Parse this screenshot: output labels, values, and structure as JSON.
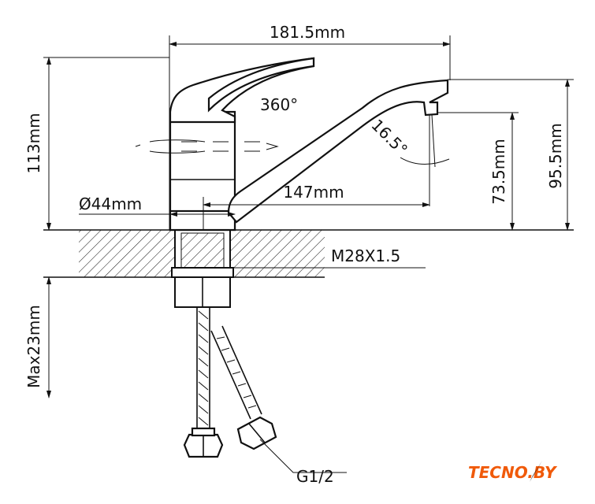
{
  "title": "Faucet dimension drawing",
  "dimensions": {
    "width_total": "181.5mm",
    "height_total": "113mm",
    "rotation": "360°",
    "spout_angle": "16.5°",
    "spout_reach": "147mm",
    "body_diameter": "Ø44mm",
    "spout_height": "73.5mm",
    "spout_top_height": "95.5mm",
    "thread": "M28X1.5",
    "max_countertop": "Max23mm",
    "connection": "G1/2"
  },
  "logo": {
    "text": "TECNO.BY",
    "color": "#f05a0a"
  }
}
